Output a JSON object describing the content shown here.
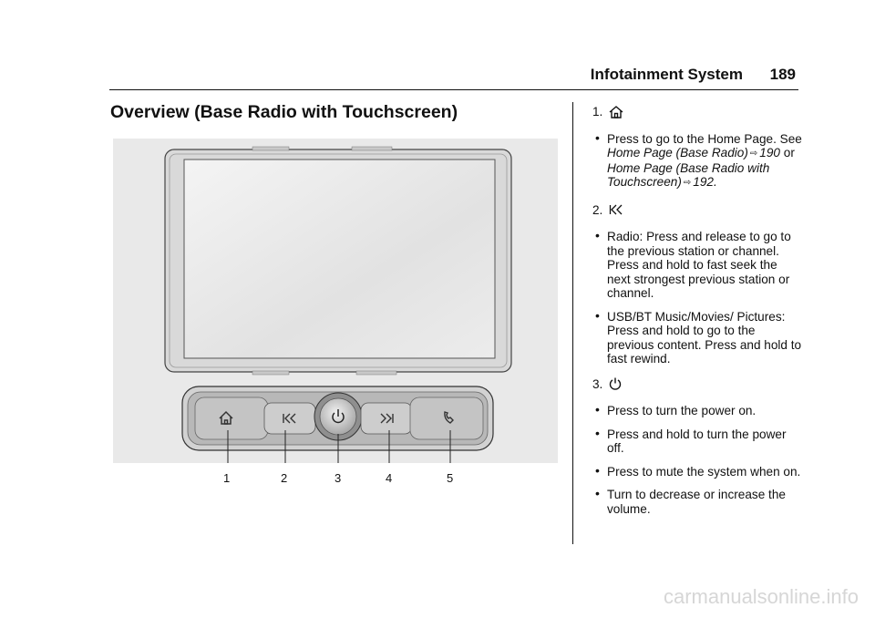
{
  "header": {
    "title": "Infotainment System",
    "page_number": "189"
  },
  "section_title": "Overview (Base Radio with Touchscreen)",
  "figure": {
    "callouts": [
      "1",
      "2",
      "3",
      "4",
      "5"
    ]
  },
  "items": [
    {
      "number": "1.",
      "icon": "home-icon",
      "bullets": [
        {
          "text1": "Press to go to the Home Page. See ",
          "ref1": "Home Page (Base Radio)",
          "page1": "190",
          "conn": " or ",
          "ref2": "Home Page (Base Radio with Touchscreen)",
          "page2": "192."
        }
      ]
    },
    {
      "number": "2.",
      "icon": "seek-back-icon",
      "bullets": [
        "Radio: Press and release to go to the previous station or channel. Press and hold to fast seek the next strongest previous station or channel.",
        "USB/BT Music/Movies/ Pictures: Press and hold to go to the previous content. Press and hold to fast rewind."
      ]
    },
    {
      "number": "3.",
      "icon": "power-icon",
      "bullets": [
        "Press to turn the power on.",
        "Press and hold to turn the power off.",
        "Press to mute the system when on.",
        "Turn to decrease or increase the volume."
      ]
    }
  ],
  "ref_arrow": "⇨",
  "watermark": "carmanualsonline.info"
}
